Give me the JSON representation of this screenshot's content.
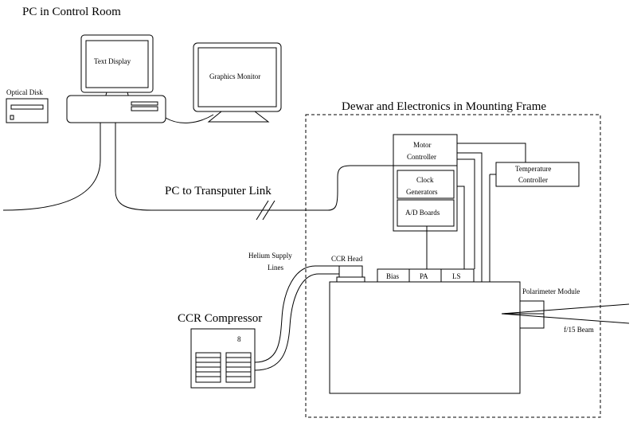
{
  "labels": {
    "pc_room": "PC in Control Room",
    "text_display": "Text Display",
    "graphics_monitor": "Graphics Monitor",
    "optical_disk": "Optical Disk",
    "dewar_frame": "Dewar and Electronics in Mounting Frame",
    "pc_link": "PC to Transputer Link",
    "motor_line1": "Motor",
    "motor_line2": "Controller",
    "clock_line1": "Clock",
    "clock_line2": "Generators",
    "ad_boards": "A/D Boards",
    "temp_line1": "Temperature",
    "temp_line2": "Controller",
    "helium_line1": "Helium Supply",
    "helium_line2": "Lines",
    "ccr_head": "CCR Head",
    "bias": "Bias",
    "pa": "PA",
    "ls": "LS",
    "polarimeter": "Polarimeter Module",
    "beam": "f/15 Beam",
    "compressor": "CCR Compressor",
    "compressor_digit": "8"
  }
}
